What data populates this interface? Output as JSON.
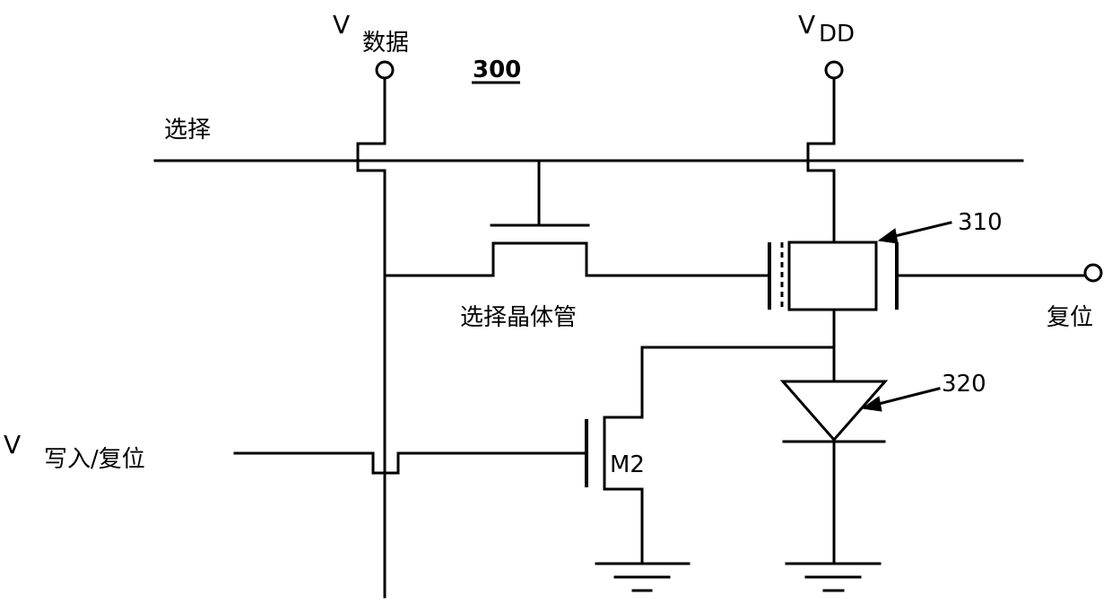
{
  "labels": {
    "v_data_v": "V",
    "v_data_sub": "数据",
    "vdd_v": "V",
    "vdd_sub": "DD",
    "circuit_ref": "300",
    "select": "选择",
    "select_transistor": "选择晶体管",
    "ref_310": "310",
    "ref_320": "320",
    "reset": "复位",
    "m2": "M2",
    "v_write_v": "V",
    "v_write_sub": "写入/复位"
  }
}
